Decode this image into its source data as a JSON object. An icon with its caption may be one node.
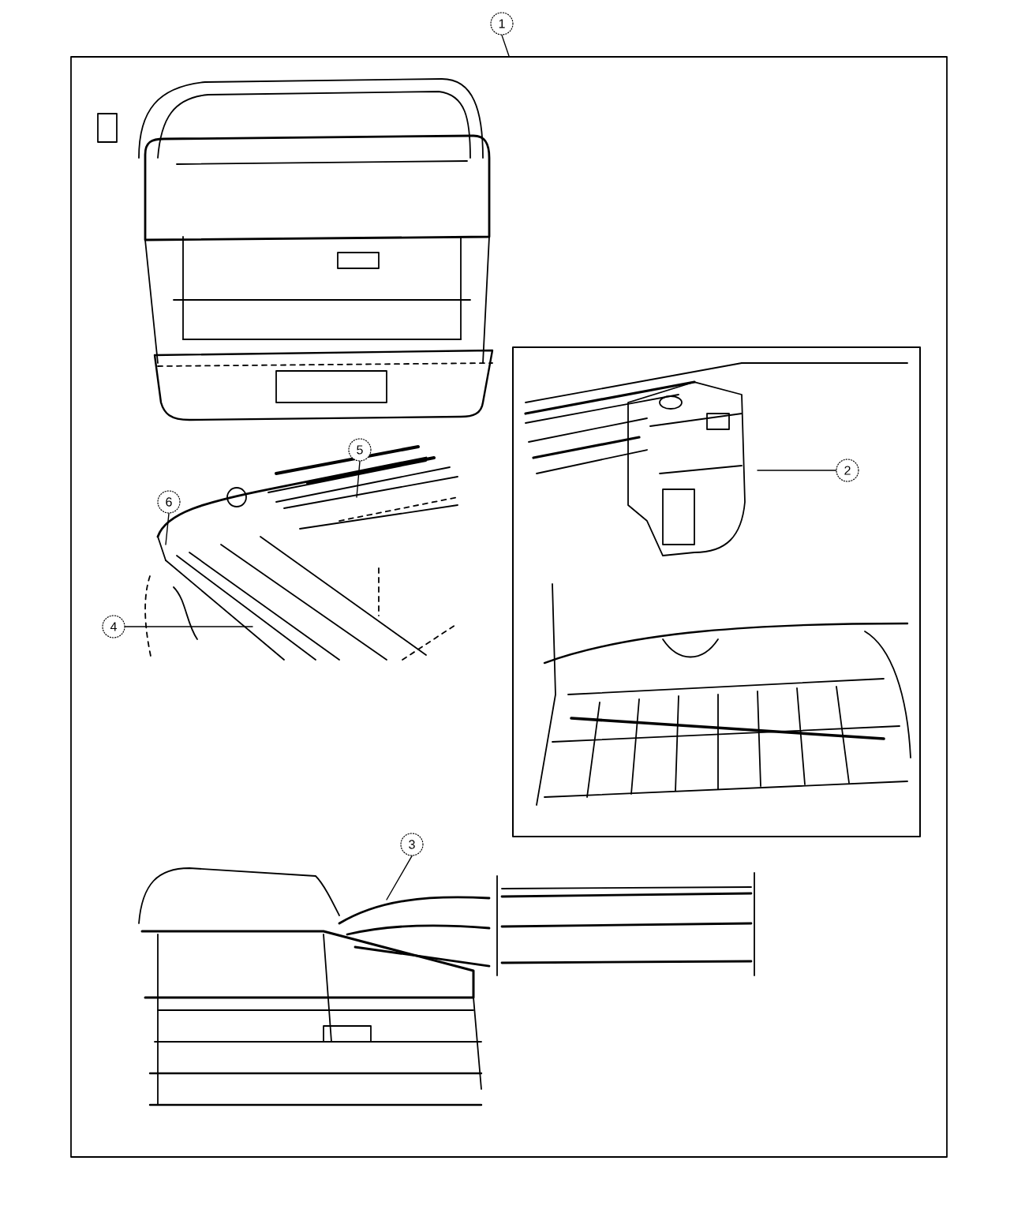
{
  "diagram": {
    "nodes": [
      {
        "text": [
          "1"
        ]
      },
      {
        "text": [],
        "shape": "box"
      },
      {
        "text": [
          "2"
        ],
        "in": 1
      },
      {
        "text": [
          "3"
        ],
        "in": 1
      },
      {
        "text": [
          "4"
        ],
        "in": 1
      },
      {
        "text": [
          "5"
        ],
        "in": 1
      },
      {
        "text": [
          "6"
        ],
        "in": 1
      }
    ],
    "edges": [
      {
        "from": 0,
        "to": 1,
        "arrow": "none"
      },
      {
        "from": 2,
        "to": null,
        "arrow": "none"
      },
      {
        "from": 3,
        "to": null,
        "arrow": "none"
      },
      {
        "from": 4,
        "to": null,
        "arrow": "none"
      },
      {
        "from": 5,
        "to": null,
        "arrow": "none"
      },
      {
        "from": 6,
        "to": null,
        "arrow": "none"
      }
    ]
  }
}
